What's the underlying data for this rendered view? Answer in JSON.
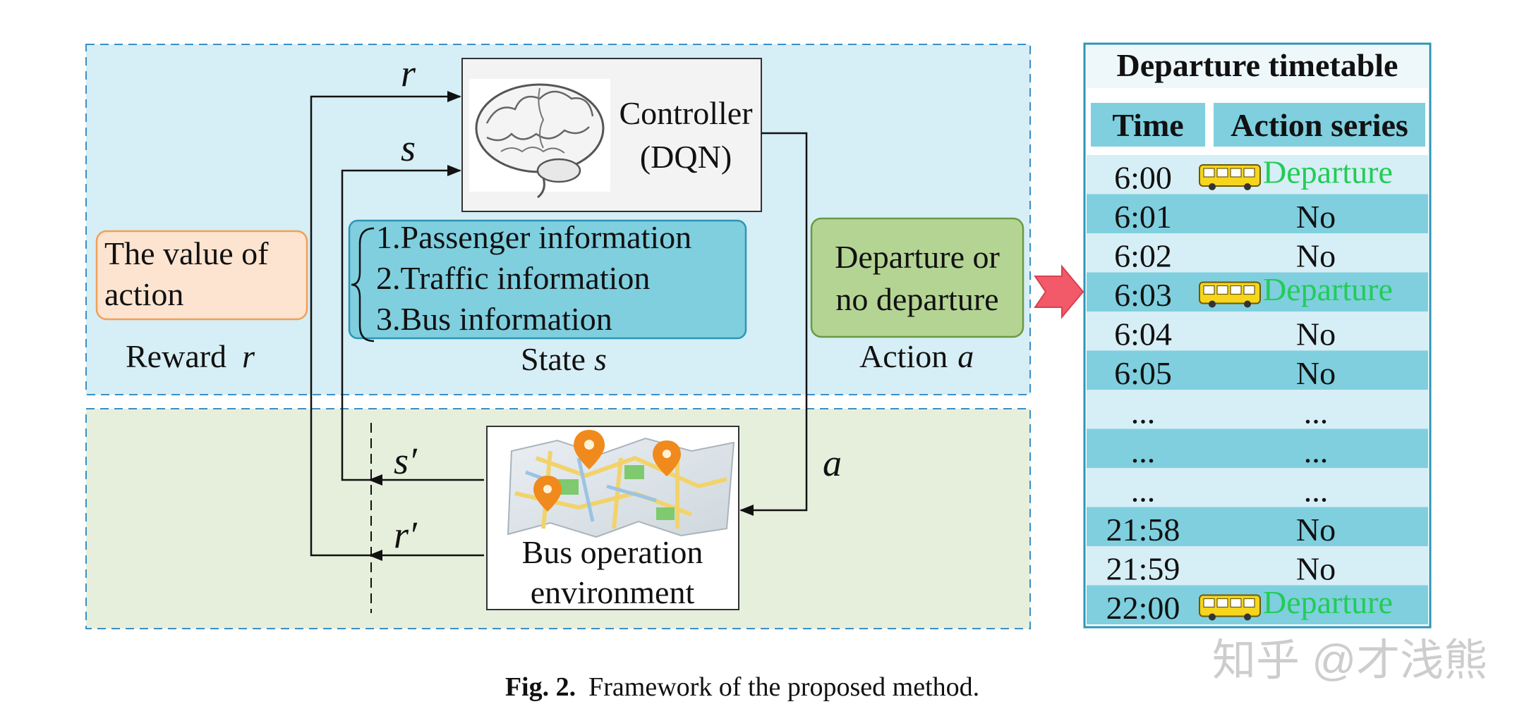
{
  "diagram": {
    "controller": {
      "line1": "Controller",
      "line2": "(DQN)"
    },
    "reward_box": {
      "line1": "The value of",
      "line2": "action"
    },
    "reward_caption": {
      "text": "Reward",
      "symbol": "r"
    },
    "state_box": {
      "items": [
        "1.Passenger information",
        "2.Traffic information",
        "3.Bus information"
      ]
    },
    "state_caption": {
      "text": "State",
      "symbol": "s"
    },
    "action_box": {
      "line1": "Departure or",
      "line2": "no departure"
    },
    "action_caption": {
      "text": "Action",
      "symbol": "a"
    },
    "environment": {
      "line1": "Bus operation",
      "line2": "environment"
    },
    "arrow_labels": {
      "r": "r",
      "s": "s",
      "s_prime": "s′",
      "r_prime": "r′",
      "a": "a"
    }
  },
  "timetable": {
    "title": "Departure timetable",
    "headers": [
      "Time",
      "Action series"
    ],
    "rows": [
      {
        "time": "6:00",
        "action": "Departure",
        "bus": true
      },
      {
        "time": "6:01",
        "action": "No",
        "bus": false
      },
      {
        "time": "6:02",
        "action": "No",
        "bus": false
      },
      {
        "time": "6:03",
        "action": "Departure",
        "bus": true
      },
      {
        "time": "6:04",
        "action": "No",
        "bus": false
      },
      {
        "time": "6:05",
        "action": "No",
        "bus": false
      },
      {
        "time": "...",
        "action": "...",
        "bus": false
      },
      {
        "time": "...",
        "action": "...",
        "bus": false
      },
      {
        "time": "...",
        "action": "...",
        "bus": false
      },
      {
        "time": "21:58",
        "action": "No",
        "bus": false
      },
      {
        "time": "21:59",
        "action": "No",
        "bus": false
      },
      {
        "time": "22:00",
        "action": "Departure",
        "bus": true
      }
    ]
  },
  "caption": {
    "label": "Fig. 2.",
    "text": "Framework of the proposed method."
  },
  "watermark": "知乎 @才浅熊",
  "colors": {
    "agent_bg": "#d6eef5",
    "env_bg": "#e6efdc",
    "dash": "#3a8fc6",
    "reward_fill": "#fde4d0",
    "reward_stroke": "#f0a057",
    "state_fill": "#7fcfdf",
    "action_fill": "#b4d494",
    "table_dark": "#7fcfdf",
    "table_light": "#d6eef5",
    "departure_green": "#22cc55",
    "red_arrow": "#f25a6a"
  }
}
